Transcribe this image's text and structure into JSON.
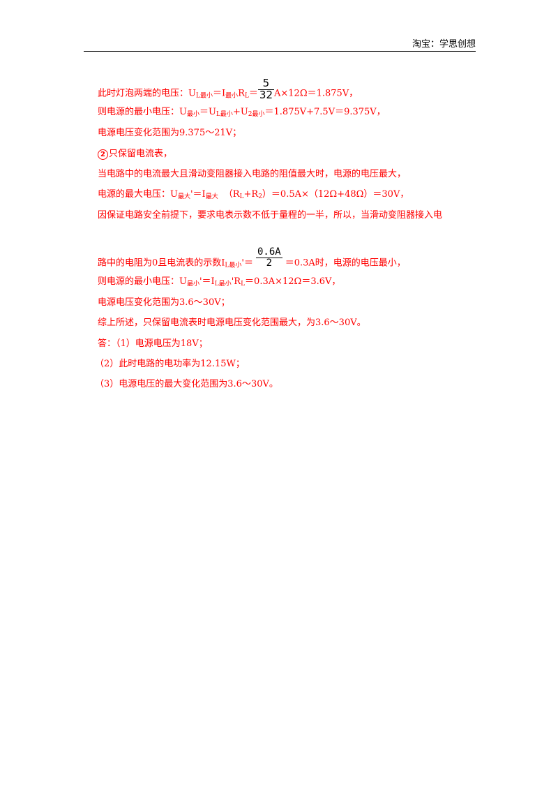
{
  "header": {
    "title": "淘宝：学思创想"
  },
  "lines": {
    "l1": {
      "pre": "此时灯泡两端的电压：U",
      "s1": "L最小",
      "t1": "＝I",
      "s2": "最小",
      "t2": "R",
      "s3": "L",
      "t3": "＝",
      "frac_num": "5",
      "frac_den": "32",
      "post": "A×12Ω＝1.875V，"
    },
    "l2": {
      "pre": "则电源的最小电压：U",
      "s1": "最小",
      "t1": "＝U",
      "s2": "L最小",
      "t2": "+U",
      "s3": "2最小",
      "post": "＝1.875V+7.5V＝9.375V，"
    },
    "l3": "电源电压变化范围为9.375～21V；",
    "l4": {
      "mark": "2",
      "text": "只保留电流表，"
    },
    "l5": "当电路中的电流最大且滑动变阻器接入电路的阻值最大时，电源的电压最大，",
    "l6": {
      "pre": "电源的最大电压：U",
      "s1": "最大",
      "t1": "'＝I",
      "s2": "最大",
      "t2": "（R",
      "s3": "L",
      "t3": "+R",
      "s4": "2",
      "post": "）＝0.5A×（12Ω+48Ω）＝30V，"
    },
    "l7": "因保证电路安全前提下，要求电表示数不低于量程的一半，所以，当滑动变阻器接入电",
    "l8": {
      "pre": "路中的电阻为0且电流表的示数I",
      "s1": "L最小",
      "t1": "'＝",
      "frac_num": "0.6A",
      "frac_den": "2",
      "post": "＝0.3A时，电源的电压最小，"
    },
    "l9": {
      "pre": "则电源的最小电压：U",
      "s1": "最小",
      "t1": "'＝I",
      "s2": "L最小",
      "t2": "'R",
      "s3": "L",
      "post": "＝0.3A×12Ω＝3.6V，"
    },
    "l10": "电源电压变化范围为3.6～30V；",
    "l11": "综上所述，只保留电流表时电源电压变化范围最大，为3.6～30V。",
    "l12": "答：（1）电源电压为18V；",
    "l13": "（2）此时电路的电功率为12.15W；",
    "l14": "（3）电源电压的最大变化范围为3.6～30V。"
  },
  "colors": {
    "text": "#ff0000",
    "header": "#000000"
  }
}
